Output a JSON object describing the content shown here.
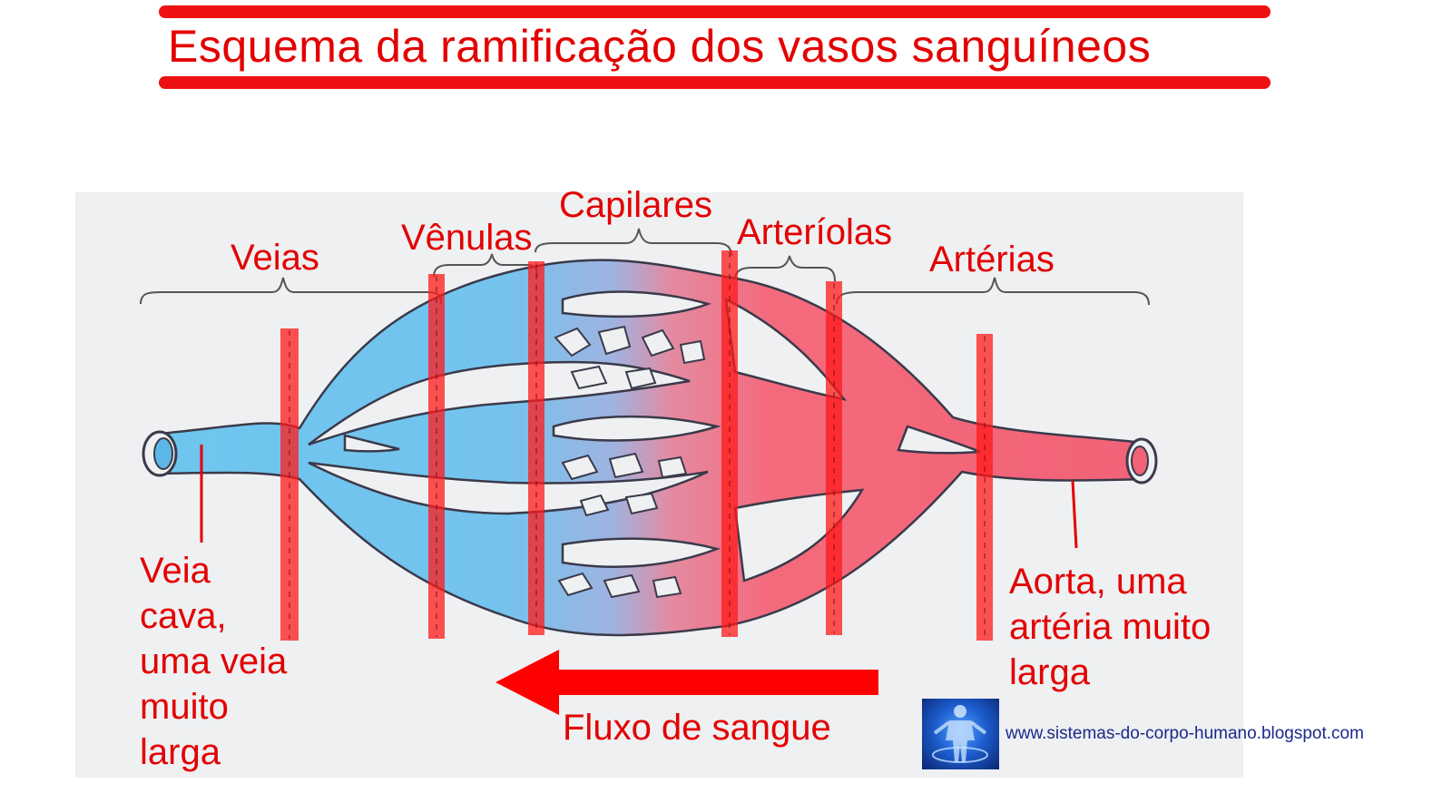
{
  "title": "Esquema da ramificação dos vasos sanguíneos",
  "labels": {
    "veias": "Veias",
    "venulas": "Vênulas",
    "capilares": "Capilares",
    "arteriolas": "Arteríolas",
    "arterias": "Artérias"
  },
  "veia_cava": [
    "Veia",
    "cava,",
    "uma veia",
    "muito",
    "larga"
  ],
  "aorta": [
    "Aorta, uma",
    "artéria muito",
    "larga"
  ],
  "flow": "Fluxo de sangue",
  "url": "www.sistemas-do-corpo-humano.blogspot.com",
  "colors": {
    "label_red": "#e30000",
    "vein_blue": "#6ec6ef",
    "artery_red": "#f46a7d",
    "outline": "#3a3a4a"
  },
  "icons": {
    "flow_arrow": "arrow-left-icon",
    "logo": "human-body-logo-icon"
  }
}
